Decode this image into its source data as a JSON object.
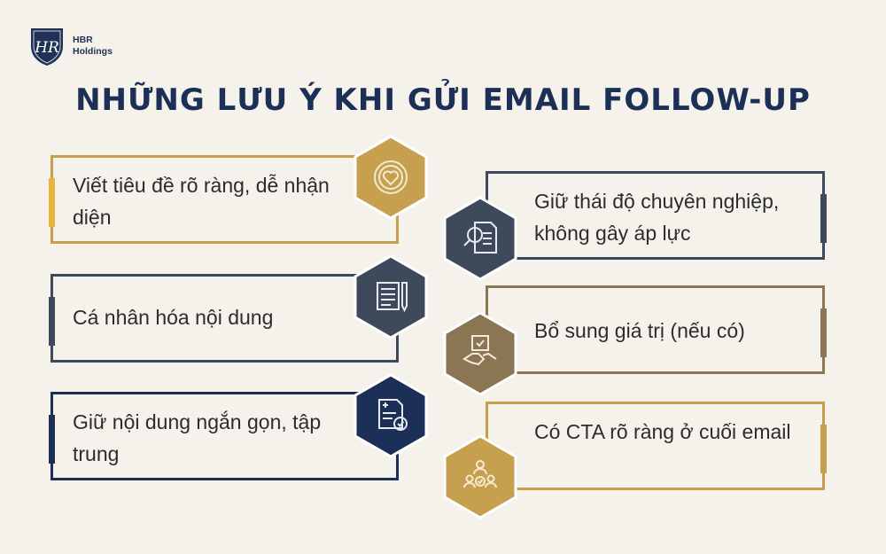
{
  "brand": {
    "line1": "HBR",
    "line2": "Holdings",
    "monogram": "HR"
  },
  "title": "NHỮNG LƯU Ý KHI GỬI EMAIL FOLLOW-UP",
  "colors": {
    "gold": "#c6a04e",
    "navy": "#1b2f57",
    "slate": "#3e4a5b",
    "bronze": "#8b7654",
    "bg": "#f5f2ec"
  },
  "tips": [
    {
      "text": "Viết tiêu đề rõ ràng, dễ nhận diện",
      "icon": "heart-badge-icon"
    },
    {
      "text": "Giữ thái độ chuyên nghiệp, không gây áp lực",
      "icon": "document-search-icon"
    },
    {
      "text": "Cá nhân hóa nội dung",
      "icon": "document-pen-icon"
    },
    {
      "text": "Bổ sung giá trị (nếu có)",
      "icon": "handshake-icon"
    },
    {
      "text": "Giữ nội dung ngắn gọn, tập trung",
      "icon": "checklist-icon"
    },
    {
      "text": "Có CTA rõ ràng ở cuối email",
      "icon": "team-check-icon"
    }
  ]
}
